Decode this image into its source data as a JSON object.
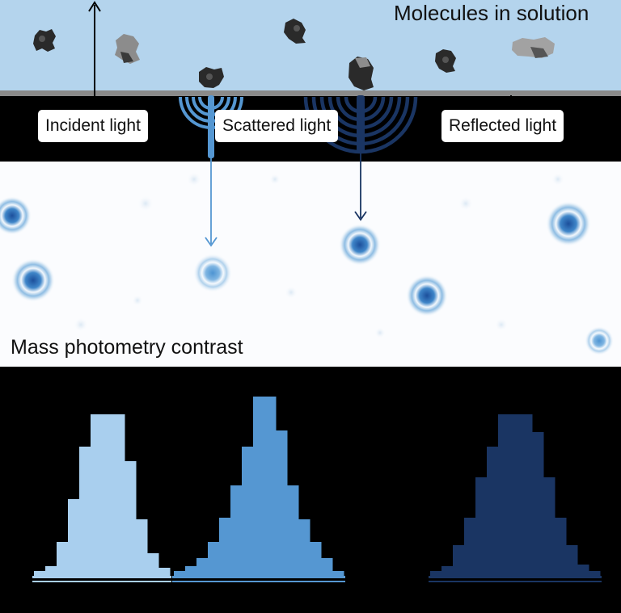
{
  "solution": {
    "title": "Molecules in solution",
    "fill_color": "#b4d4ed",
    "coverslip_color": "#8a8a8a"
  },
  "light_labels": {
    "incident": "Incident light",
    "scattered": "Scattered light",
    "reflected": "Reflected light"
  },
  "contrast_panel": {
    "title": "Mass photometry contrast",
    "background": "#fbfcfe"
  },
  "colors": {
    "light_blue": "#a9cfee",
    "mid_blue": "#5597d2",
    "dark_blue": "#1a3563",
    "spot_core": "#1f5fae",
    "arrow_black": "#000000"
  },
  "icons": {
    "molecule": "molecule-icon",
    "arrow": "arrow-icon",
    "scattering_arcs": "scattering-waves-icon"
  }
}
